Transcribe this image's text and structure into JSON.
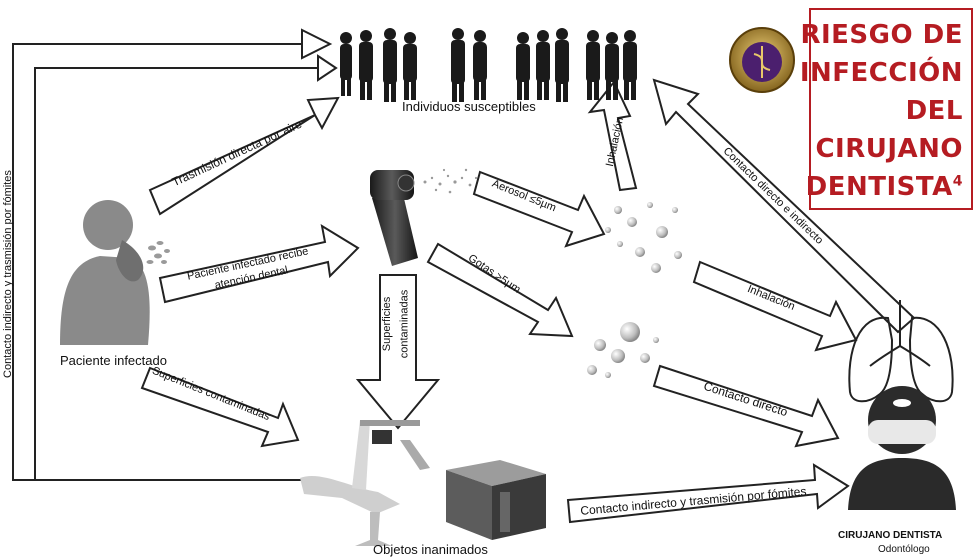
{
  "title": {
    "lines": [
      "RIESGO DE",
      "INFECCIÓN",
      "DEL",
      "CIRUJANO",
      "DENTISTA"
    ],
    "superscript": "4",
    "color": "#b51c22"
  },
  "nodes": {
    "susceptibles": "Individuos susceptibles",
    "patient": "Paciente infectado",
    "objects": "Objetos inanimados",
    "dentist_title": "CIRUJANO DENTISTA",
    "dentist_sub": "Odontólogo"
  },
  "arrows": {
    "air": "Trasmisión directa por aire",
    "care_line1": "Paciente infectado recibe",
    "care_line2": "atención dental",
    "surfaces_patient": "Superficies contaminadas",
    "surfaces_vertical_line1": "Superficies",
    "surfaces_vertical_line2": "contaminadas",
    "aerosol": "Aerosol ≤5µm",
    "gotas": "Gotas >5µm",
    "inhalacion_up": "Inhalación",
    "inhalacion_down": "Inhalación",
    "contacto_directo": "Contacto directo",
    "contacto_directo_indirecto": "Contacto directo e indirecto",
    "fomites_bottom": "Contacto indirecto y trasmisión por fómites",
    "fomites_left": "Contacto indirecto y trasmisión por fómites"
  },
  "icons": [
    "people-group-icon",
    "coughing-patient-icon",
    "dental-handpiece-icon",
    "aerosol-particles-icon",
    "droplets-icon",
    "lungs-icon",
    "dentist-icon",
    "dental-chair-icon",
    "cabinet-icon",
    "emblem-icon"
  ]
}
